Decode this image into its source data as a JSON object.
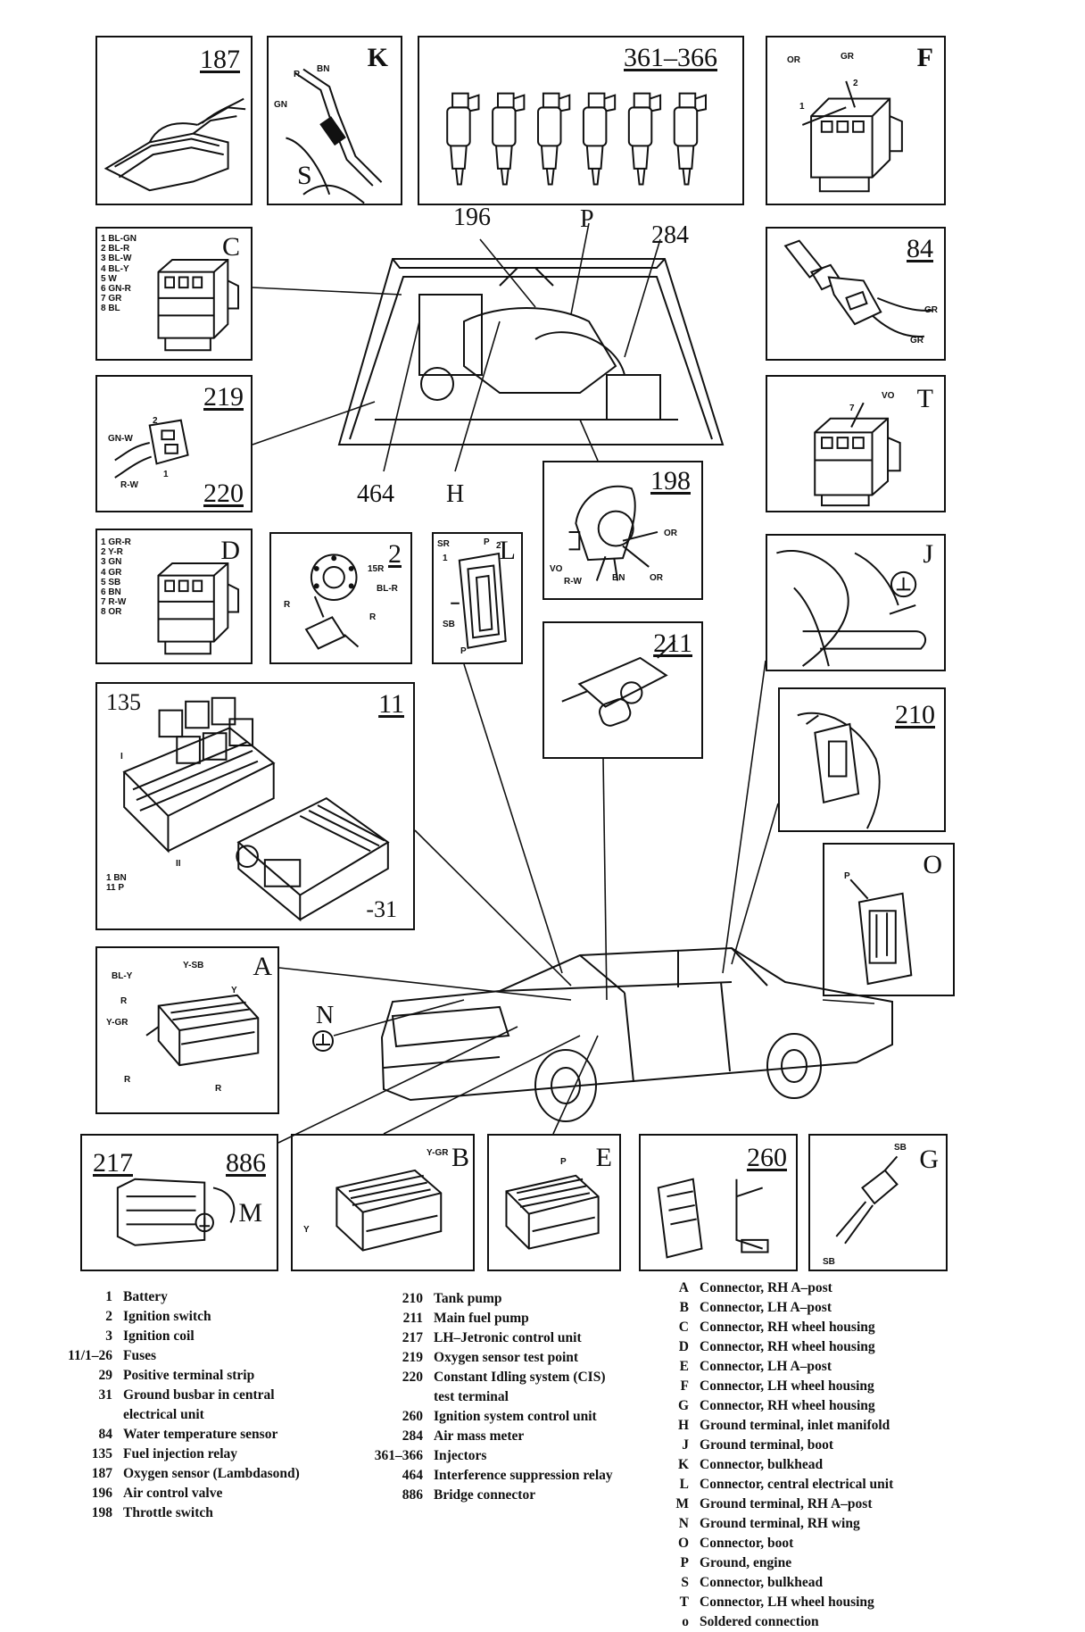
{
  "panels": {
    "p187": "187",
    "pK": "K",
    "pK_S": "S",
    "pK_R": "R",
    "pK_BN": "BN",
    "pK_GN": "GN",
    "p361": "361–366",
    "pF": "F",
    "pF_OR": "OR",
    "pF_GR": "GR",
    "pF_1": "1",
    "pF_2": "2",
    "pC": "C",
    "pC_list": "1 BL-GN\n2 BL-R\n3 BL-W\n4 BL-Y\n5 W\n6 GN-R\n7 GR\n8 BL",
    "p84": "84",
    "p84_GR1": "GR",
    "p84_GR2": "GR",
    "p219": "219",
    "p220": "220",
    "p219_GNW": "GN-W",
    "p219_RW": "R-W",
    "p219_2": "2",
    "p219_1": "1",
    "pT": "T",
    "pT_VO": "VO",
    "pT_7": "7",
    "p198": "198",
    "p198_OR1": "OR",
    "p198_OR2": "OR",
    "p198_BN": "BN",
    "p198_VO": "VO",
    "p198_RW": "R-W",
    "pD": "D",
    "pD_list": "1 GR-R\n2 Y-R\n3 GN\n4 GR\n5 SB\n6 BN\n7 R-W\n8 OR",
    "p2": "2",
    "p2_15R": "15R",
    "p2_BLR": "BL-R",
    "p2_R1": "R",
    "p2_R2": "R",
    "pL": "L",
    "pL_SR": "SR",
    "pL_P": "P",
    "pL_SB": "SB",
    "pL_P2": "P",
    "pL_1": "1",
    "pL_2": "2",
    "pJ": "J",
    "p211": "211",
    "p135": "135",
    "p11": "11",
    "p11_list": "1 BN\n11 P",
    "p31": "-31",
    "p11_I": "I",
    "p11_II": "II",
    "p210": "210",
    "pO": "O",
    "pO_P": "P",
    "pA": "A",
    "pA_BLY": "BL-Y",
    "pA_YSB": "Y-SB",
    "pA_Y": "Y",
    "pA_R": "R",
    "pA_YGR": "Y-GR",
    "pA_R2": "R",
    "pA_R3": "R",
    "p217": "217",
    "p886": "886",
    "pM": "M",
    "pB": "B",
    "pB_YGR": "Y-GR",
    "pB_Y": "Y",
    "pE": "E",
    "pE_P": "P",
    "p260": "260",
    "pG": "G",
    "pG_SB1": "SB",
    "pG_SB2": "SB"
  },
  "callouts": {
    "c196": "196",
    "cP": "P",
    "c284": "284",
    "c464": "464",
    "cH": "H",
    "cN": "N"
  },
  "legend": {
    "col1": [
      {
        "num": "1",
        "text": "Battery"
      },
      {
        "num": "2",
        "text": "Ignition switch"
      },
      {
        "num": "3",
        "text": "Ignition coil"
      },
      {
        "num": "11/1–26",
        "text": "Fuses"
      },
      {
        "num": "29",
        "text": "Positive terminal strip"
      },
      {
        "num": "31",
        "text": "Ground busbar in central"
      },
      {
        "num": "",
        "text": "electrical unit"
      },
      {
        "num": "84",
        "text": "Water temperature sensor"
      },
      {
        "num": "135",
        "text": "Fuel injection relay"
      },
      {
        "num": "187",
        "text": "Oxygen sensor (Lambdasond)"
      },
      {
        "num": "196",
        "text": "Air control valve"
      },
      {
        "num": "198",
        "text": "Throttle switch"
      }
    ],
    "col2": [
      {
        "num": "210",
        "text": "Tank pump"
      },
      {
        "num": "211",
        "text": "Main fuel pump"
      },
      {
        "num": "217",
        "text": "LH–Jetronic control unit"
      },
      {
        "num": "219",
        "text": "Oxygen sensor test point"
      },
      {
        "num": "220",
        "text": "Constant Idling system (CIS)"
      },
      {
        "num": "",
        "text": "test terminal"
      },
      {
        "num": "260",
        "text": "Ignition system control unit"
      },
      {
        "num": "284",
        "text": "Air mass meter"
      },
      {
        "num": "361–366",
        "text": "Injectors"
      },
      {
        "num": "464",
        "text": "Interference suppression relay"
      },
      {
        "num": "886",
        "text": "Bridge connector"
      }
    ],
    "col3": [
      {
        "num": "A",
        "text": "Connector, RH A–post"
      },
      {
        "num": "B",
        "text": "Connector, LH A–post"
      },
      {
        "num": "C",
        "text": "Connector, RH wheel housing"
      },
      {
        "num": "D",
        "text": "Connector, RH wheel housing"
      },
      {
        "num": "E",
        "text": "Connector, LH A–post"
      },
      {
        "num": "F",
        "text": "Connector, LH wheel housing"
      },
      {
        "num": "G",
        "text": "Connector, RH wheel housing"
      },
      {
        "num": "H",
        "text": "Ground terminal, inlet manifold"
      },
      {
        "num": "J",
        "text": "Ground terminal, boot"
      },
      {
        "num": "K",
        "text": "Connector, bulkhead"
      },
      {
        "num": "L",
        "text": "Connector, central electrical unit"
      },
      {
        "num": "M",
        "text": "Ground terminal, RH A–post"
      },
      {
        "num": "N",
        "text": "Ground terminal, RH wing"
      },
      {
        "num": "O",
        "text": "Connector, boot"
      },
      {
        "num": "P",
        "text": "Ground, engine"
      },
      {
        "num": "S",
        "text": "Connector, bulkhead"
      },
      {
        "num": "T",
        "text": "Connector, LH wheel housing"
      },
      {
        "num": "o",
        "text": "Soldered connection"
      }
    ]
  }
}
